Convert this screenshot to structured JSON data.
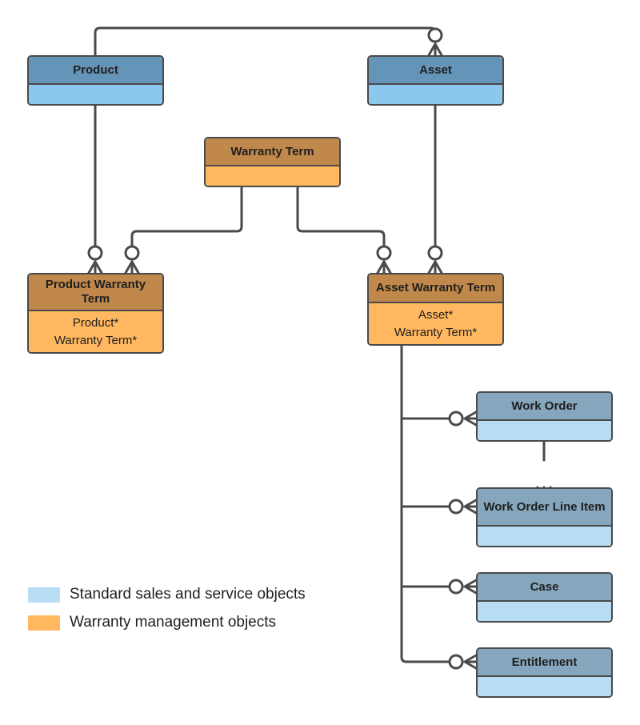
{
  "colors": {
    "line": "#4a4a4a",
    "standard_header": "#6494b8",
    "standard_body": "#8cc8ee",
    "standard_light_header": "#86a6bd",
    "standard_light_body": "#b7dcf4",
    "warranty_header": "#c0884b",
    "warranty_body": "#ffb860",
    "legend_standard": "#b7dcf4",
    "legend_warranty": "#ffb860"
  },
  "entities": {
    "product": {
      "title": "Product"
    },
    "asset": {
      "title": "Asset"
    },
    "warranty_term": {
      "title": "Warranty Term"
    },
    "product_warranty_term": {
      "title": "Product Warranty Term",
      "fields": [
        "Product*",
        "Warranty Term*"
      ]
    },
    "asset_warranty_term": {
      "title": "Asset Warranty Term",
      "fields": [
        "Asset*",
        "Warranty Term*"
      ]
    },
    "work_order": {
      "title": "Work Order"
    },
    "work_order_line_item": {
      "title": "Work Order Line Item"
    },
    "case": {
      "title": "Case"
    },
    "entitlement": {
      "title": "Entitlement"
    }
  },
  "legend": {
    "standard": "Standard sales and service objects",
    "warranty": "Warranty management objects"
  },
  "relationships": [
    {
      "from": "Product",
      "to": "Asset",
      "cardinality": "one-to-many"
    },
    {
      "from": "Product",
      "to": "Product Warranty Term",
      "cardinality": "one-to-many"
    },
    {
      "from": "Warranty Term",
      "to": "Product Warranty Term",
      "cardinality": "one-to-many"
    },
    {
      "from": "Warranty Term",
      "to": "Asset Warranty Term",
      "cardinality": "one-to-many"
    },
    {
      "from": "Asset",
      "to": "Asset Warranty Term",
      "cardinality": "one-to-many"
    },
    {
      "from": "Asset Warranty Term",
      "to": "Work Order",
      "cardinality": "one-to-many"
    },
    {
      "from": "Work Order",
      "to": "Work Order Line Item",
      "cardinality": "one-to-many"
    },
    {
      "from": "Asset Warranty Term",
      "to": "Work Order Line Item",
      "cardinality": "one-to-many"
    },
    {
      "from": "Asset Warranty Term",
      "to": "Case",
      "cardinality": "one-to-many"
    },
    {
      "from": "Asset Warranty Term",
      "to": "Entitlement",
      "cardinality": "one-to-many"
    }
  ]
}
